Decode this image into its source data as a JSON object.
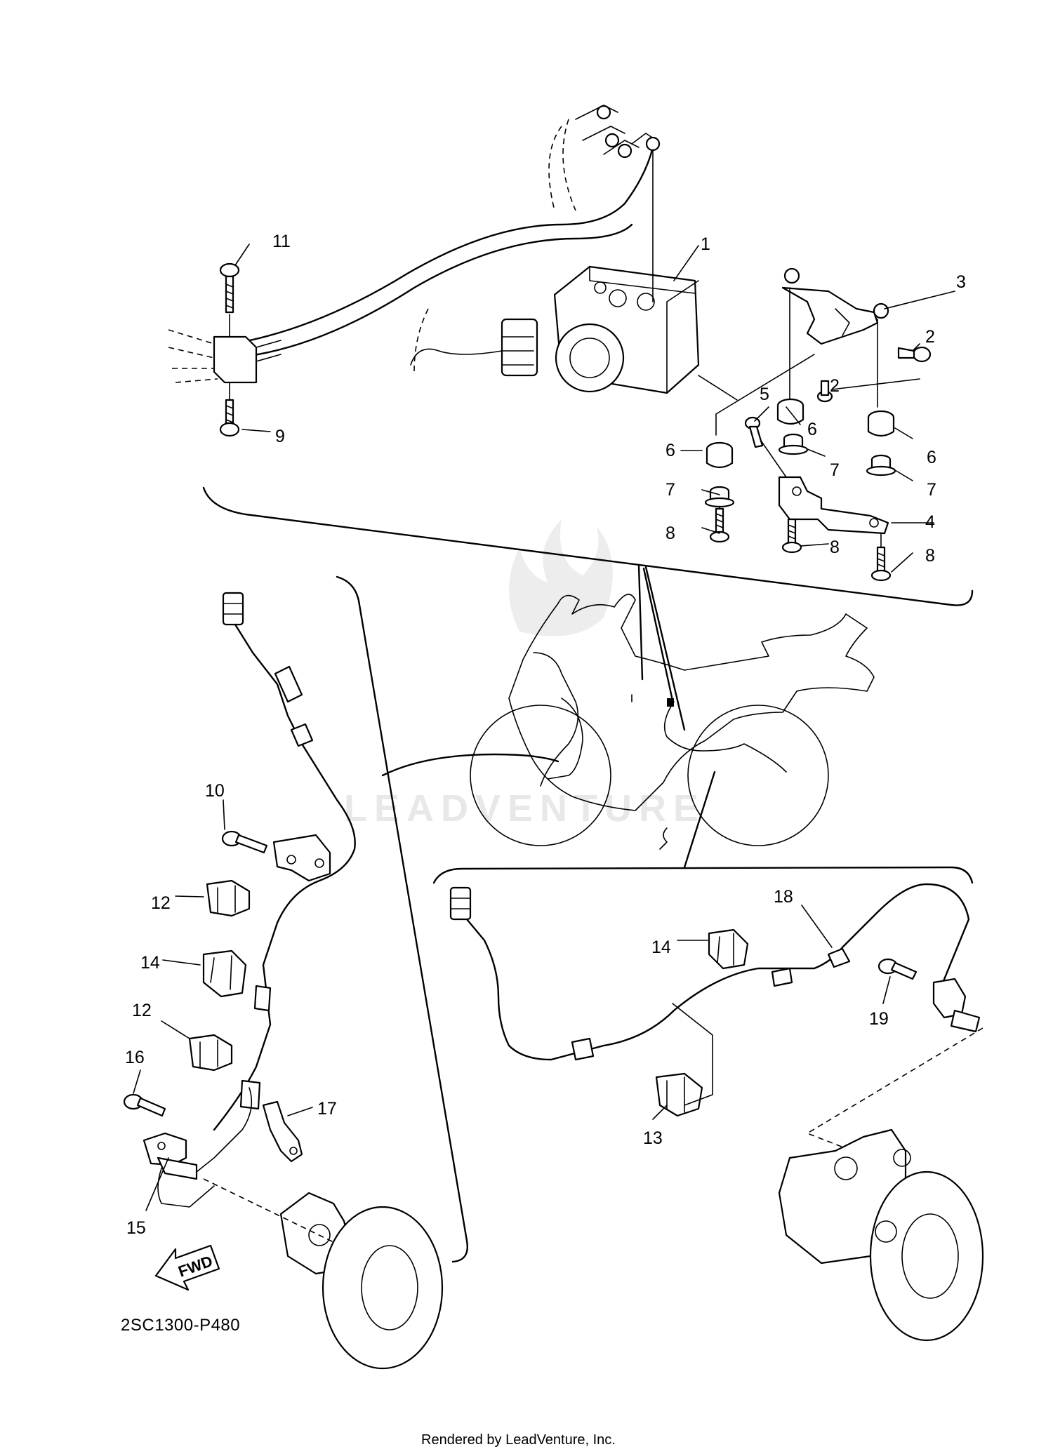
{
  "watermark": "LEADVENTURE",
  "diagram_code": "2SC1300-P480",
  "fwd_label": "FWD",
  "footer": "Rendered by LeadVenture, Inc.",
  "callouts": {
    "c1": "1",
    "c2a": "2",
    "c2b": "2",
    "c3": "3",
    "c4": "4",
    "c5": "5",
    "c6a": "6",
    "c6b": "6",
    "c6c": "6",
    "c7a": "7",
    "c7b": "7",
    "c7c": "7",
    "c8a": "8",
    "c8b": "8",
    "c8c": "8",
    "c9": "9",
    "c10": "10",
    "c11": "11",
    "c12a": "12",
    "c12b": "12",
    "c13": "13",
    "c14a": "14",
    "c14b": "14",
    "c15": "15",
    "c16": "16",
    "c17": "17",
    "c18": "18",
    "c19": "19"
  }
}
